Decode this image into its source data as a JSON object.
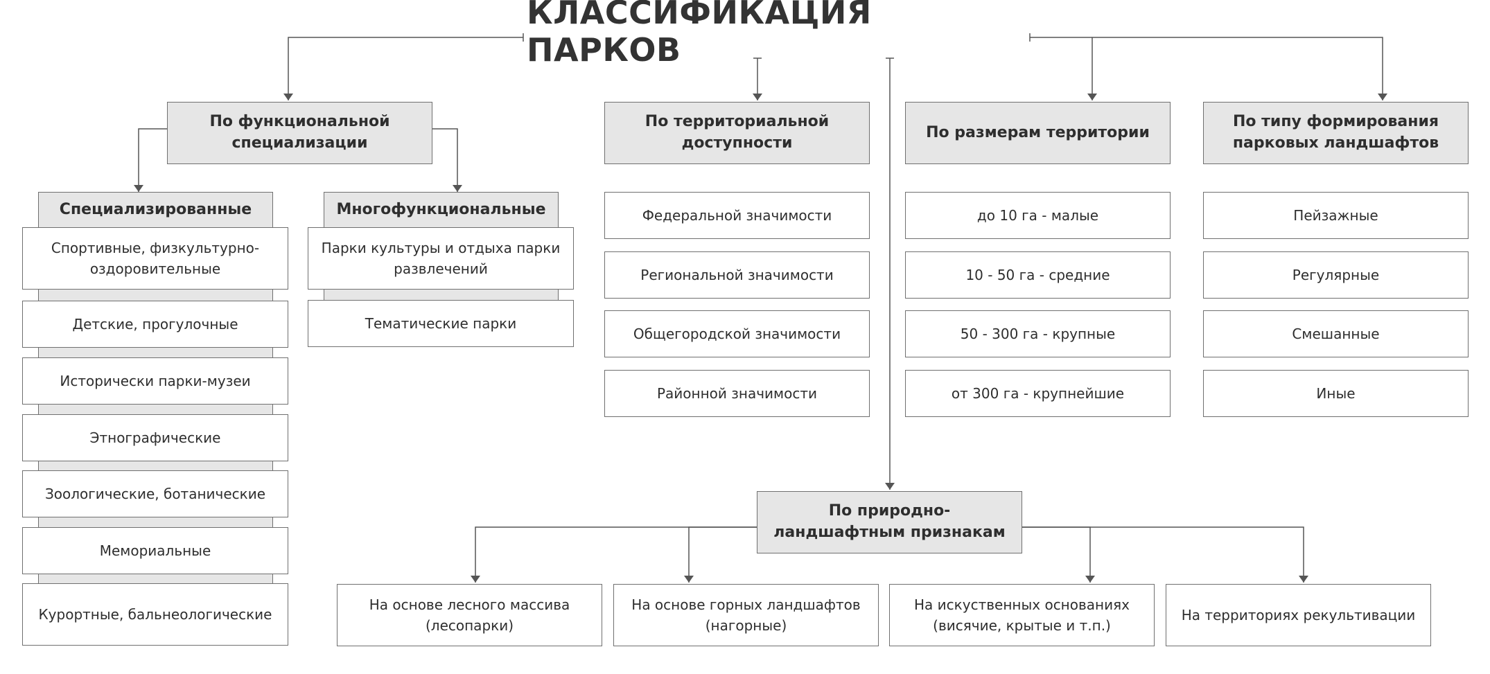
{
  "title": "КЛАССИФИКАЦИЯ ПАРКОВ",
  "functional": {
    "label": "По функциональной специализации",
    "specialized": {
      "label": "Специализированные",
      "items": [
        "Спортивные, физкультурно-оздоровительные",
        "Детские, прогулочные",
        "Исторически парки-музеи",
        "Этнографические",
        "Зоологические, ботанические",
        "Мемориальные",
        "Курортные, бальнеологические"
      ]
    },
    "multifunctional": {
      "label": "Многофункциональные",
      "items": [
        "Парки культуры и отдыха парки развлечений",
        "Тематические парки"
      ]
    }
  },
  "territorial": {
    "label": "По территориальной доступности",
    "items": [
      "Федеральной значимости",
      "Региональной значимости",
      "Общегородской значимости",
      "Районной значимости"
    ]
  },
  "size": {
    "label": "По размерам территории",
    "items": [
      "до 10  га - малые",
      "10 - 50 га - средние",
      "50 - 300 га - крупные",
      "от 300 га - крупнейшие"
    ]
  },
  "formation": {
    "label": "По типу формирования парковых ландшафтов",
    "items": [
      "Пейзажные",
      "Регулярные",
      "Смешанные",
      "Иные"
    ]
  },
  "natural": {
    "label": "По природно-ландшафтным признакам",
    "items": [
      "На основе лесного массива (лесопарки)",
      "На основе горных ландшафтов (нагорные)",
      "На искуственных основаниях (висячие, крытые и т.п.)",
      "На территориях рекультивации"
    ]
  },
  "colors": {
    "box_fill": "#e6e6e6",
    "line": "#555555",
    "text": "#333333"
  }
}
